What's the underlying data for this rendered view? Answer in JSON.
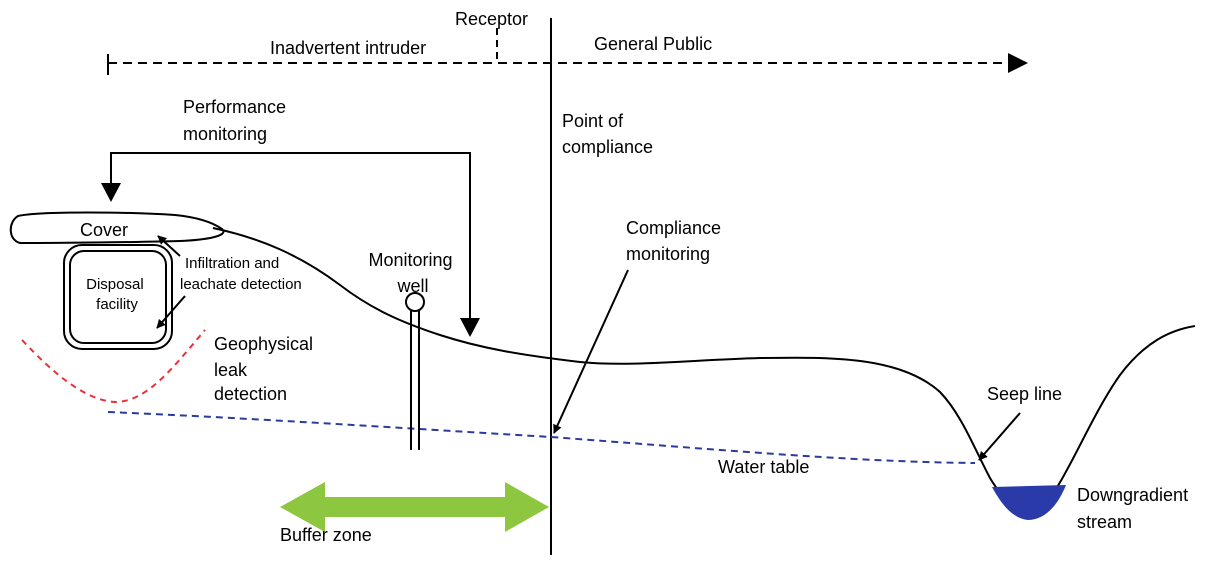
{
  "labels": {
    "receptor": "Receptor",
    "inadvertent_intruder": "Inadvertent intruder",
    "general_public": "General Public",
    "performance_monitoring": [
      "Performance",
      "monitoring"
    ],
    "point_of_compliance": [
      "Point of",
      "compliance"
    ],
    "cover": "Cover",
    "infiltration_leachate": [
      "Infiltration and",
      "leachate detection"
    ],
    "disposal_facility": [
      "Disposal",
      "facility"
    ],
    "monitoring_well": [
      "Monitoring",
      "well"
    ],
    "compliance_monitoring": [
      "Compliance",
      "monitoring"
    ],
    "geophysical_leak": [
      "Geophysical",
      "leak",
      "detection"
    ],
    "seep_line": "Seep line",
    "water_table": "Water table",
    "buffer_zone": "Buffer zone",
    "downgradient_stream": [
      "Downgradient",
      "stream"
    ]
  },
  "colors": {
    "line": "#000000",
    "water_table": "#2b3a9e",
    "leak_detection": "#e8313a",
    "buffer_arrow": "#8dc63f",
    "stream": "#2a3aa8"
  }
}
